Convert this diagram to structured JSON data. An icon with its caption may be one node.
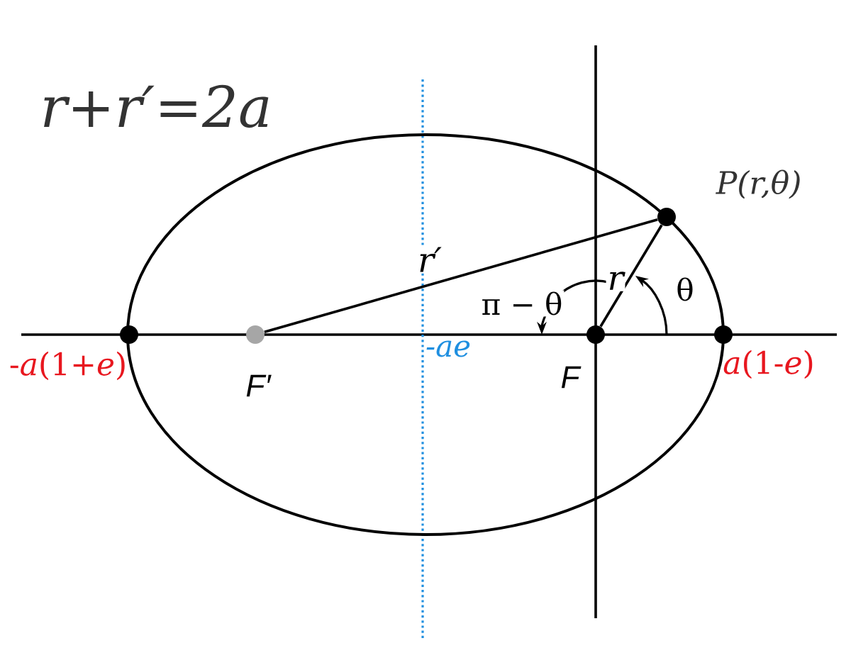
{
  "diagram": {
    "title": "r+r′=2a",
    "nodes": [
      {
        "text": [],
        "shape": "circle",
        "beside": [
          "P(r,θ)"
        ]
      },
      {
        "text": [],
        "shape": "circle",
        "beside": [
          "-*a*(1+*e*)"
        ]
      },
      {
        "text": [],
        "shape": "circle",
        "beside": [
          "F′"
        ]
      },
      {
        "text": [],
        "shape": "circle",
        "beside": [
          "F"
        ]
      },
      {
        "text": [],
        "shape": "circle",
        "beside": [
          "*a*(1-*e*)"
        ]
      }
    ],
    "edges": [
      {
        "from": 2,
        "to": 0,
        "arrow": "none",
        "label": "r′"
      },
      {
        "from": 3,
        "to": 0,
        "arrow": "none",
        "label": "r"
      }
    ],
    "labels": [
      "-ae",
      "π − θ",
      "θ"
    ]
  }
}
